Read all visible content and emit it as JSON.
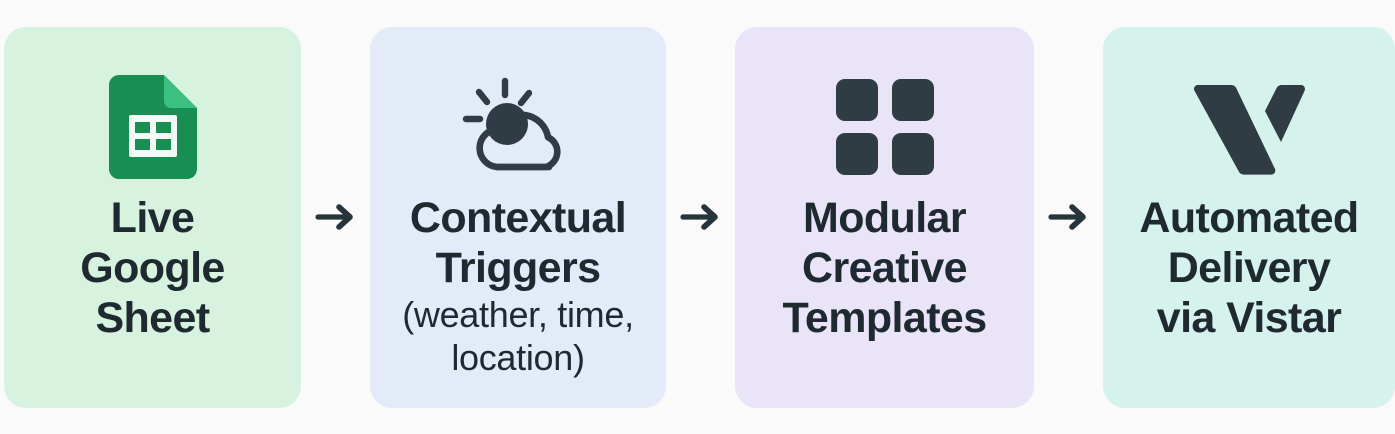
{
  "background_color": "#FAFAFB",
  "text_color": "#1F2A30",
  "arrow_color": "#27343B",
  "icon_color": "#2F3C44",
  "flow": {
    "arrow_glyph": "→",
    "steps": [
      {
        "id": "live-google-sheet",
        "icon": "google-sheets-icon",
        "background_color": "#D7F2DF",
        "title_lines": [
          "Live",
          "Google",
          "Sheet"
        ],
        "subtitle_lines": []
      },
      {
        "id": "contextual-triggers",
        "icon": "sun-behind-cloud-icon",
        "background_color": "#E2EBF7",
        "title_lines": [
          "Contextual",
          "Triggers"
        ],
        "subtitle_lines": [
          "(weather, time,",
          "location)"
        ]
      },
      {
        "id": "modular-creative-templates",
        "icon": "grid-four-squares-icon",
        "background_color": "#E9E4F8",
        "title_lines": [
          "Modular",
          "Creative",
          "Templates"
        ],
        "subtitle_lines": []
      },
      {
        "id": "automated-delivery-via-vistar",
        "icon": "vistar-v-logo-icon",
        "background_color": "#D5F2EC",
        "title_lines": [
          "Automated",
          "Delivery",
          "via Vistar"
        ],
        "subtitle_lines": []
      }
    ],
    "arrows": [
      {
        "id": "arrow-1",
        "label": "→"
      },
      {
        "id": "arrow-2",
        "label": "→"
      },
      {
        "id": "arrow-3",
        "label": "→"
      }
    ]
  },
  "icon_colors": {
    "sheets_body": "#188E53",
    "sheets_fold": "#3BC07F",
    "sheets_grid": "#F3FAF6",
    "dark": "#2F3C44"
  }
}
